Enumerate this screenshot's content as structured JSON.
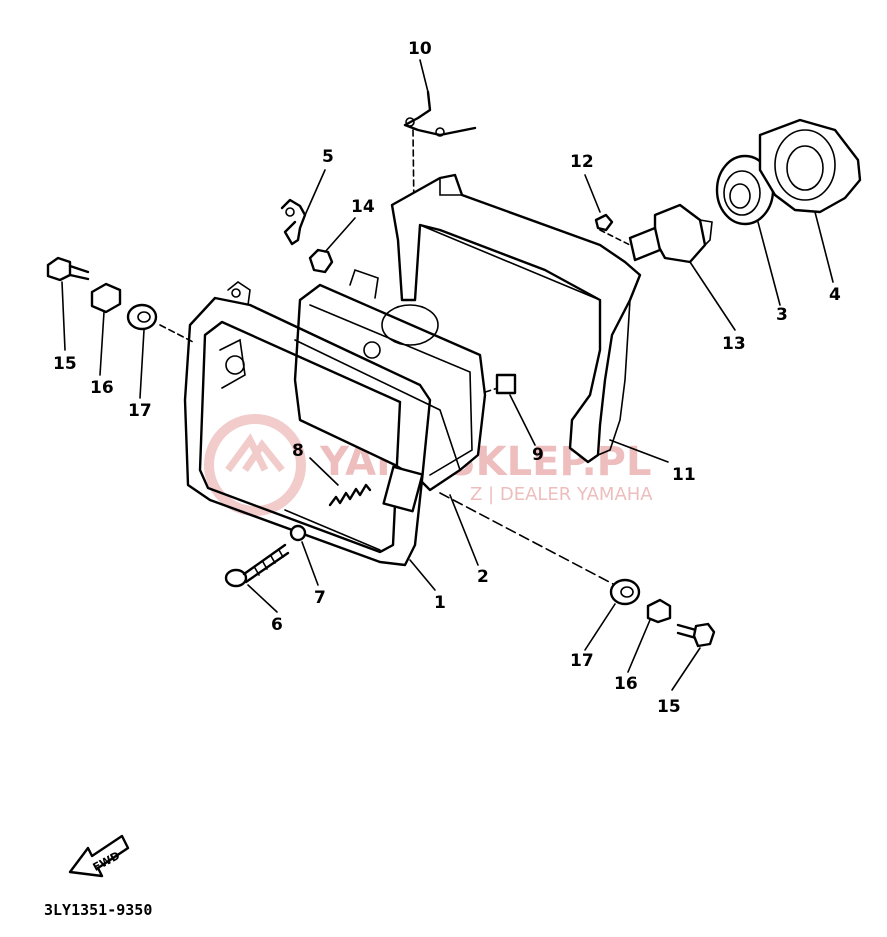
{
  "callouts": [
    {
      "id": "c10",
      "text": "10"
    },
    {
      "id": "c5",
      "text": "5"
    },
    {
      "id": "c14",
      "text": "14"
    },
    {
      "id": "c12",
      "text": "12"
    },
    {
      "id": "c15a",
      "text": "15"
    },
    {
      "id": "c16a",
      "text": "16"
    },
    {
      "id": "c17a",
      "text": "17"
    },
    {
      "id": "c13",
      "text": "13"
    },
    {
      "id": "c3",
      "text": "3"
    },
    {
      "id": "c4",
      "text": "4"
    },
    {
      "id": "c8",
      "text": "8"
    },
    {
      "id": "c9",
      "text": "9"
    },
    {
      "id": "c11",
      "text": "11"
    },
    {
      "id": "c2",
      "text": "2"
    },
    {
      "id": "c1",
      "text": "1"
    },
    {
      "id": "c6",
      "text": "6"
    },
    {
      "id": "c7",
      "text": "7"
    },
    {
      "id": "c17b",
      "text": "17"
    },
    {
      "id": "c16b",
      "text": "16"
    },
    {
      "id": "c15b",
      "text": "15"
    }
  ],
  "fwd_label": "FWD",
  "diagram_code": "3LY1351-9350",
  "watermark": {
    "title": "YAMASKLEP.PL",
    "subtitle": "Z | DEALER YAMAHA",
    "color": "#e9a8a8"
  }
}
